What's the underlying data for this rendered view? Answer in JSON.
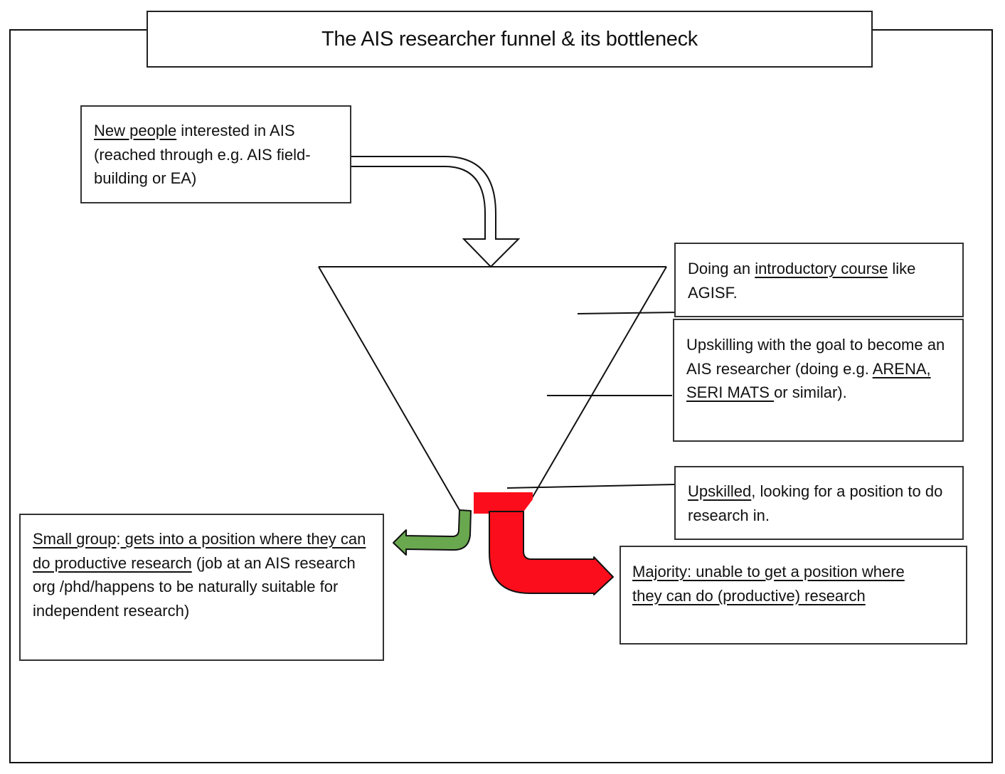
{
  "title": "The AIS researcher funnel & its bottleneck",
  "boxes": {
    "new_people": {
      "parts": [
        {
          "text": "New people",
          "underline": true
        },
        {
          "text": " interested in AIS (reached through e.g. AIS field-building or EA)",
          "underline": false
        }
      ]
    },
    "intro_course": {
      "parts": [
        {
          "text": "Doing an ",
          "underline": false
        },
        {
          "text": "introductory course",
          "underline": true
        },
        {
          "text": " like AGISF.",
          "underline": false
        }
      ]
    },
    "upskilling": {
      "parts": [
        {
          "text": "Upskilling with the goal to become an AIS researcher (doing e.g. ",
          "underline": false
        },
        {
          "text": "ARENA, SERI MATS ",
          "underline": true
        },
        {
          "text": "or similar).",
          "underline": false
        }
      ]
    },
    "upskilled": {
      "parts": [
        {
          "text": "Upskilled",
          "underline": true
        },
        {
          "text": ", looking for a position to do research in.",
          "underline": false
        }
      ]
    },
    "small_group": {
      "parts": [
        {
          "text": "Small group",
          "underline": true
        },
        {
          "text": ":",
          "underline": false
        },
        {
          "text": " gets into a position where they can do productive research",
          "underline": true
        },
        {
          "text": " (job at an AIS research org /phd/happens to be naturally suitable for independent research)",
          "underline": false
        }
      ]
    },
    "majority": {
      "parts": [
        {
          "text": "Majority: unable to get a position where they can do (productive) research",
          "underline": true
        }
      ]
    }
  },
  "colors": {
    "success_arrow": "#6aa84f",
    "bottleneck": "#fc0d1b",
    "outline": "#111111"
  }
}
